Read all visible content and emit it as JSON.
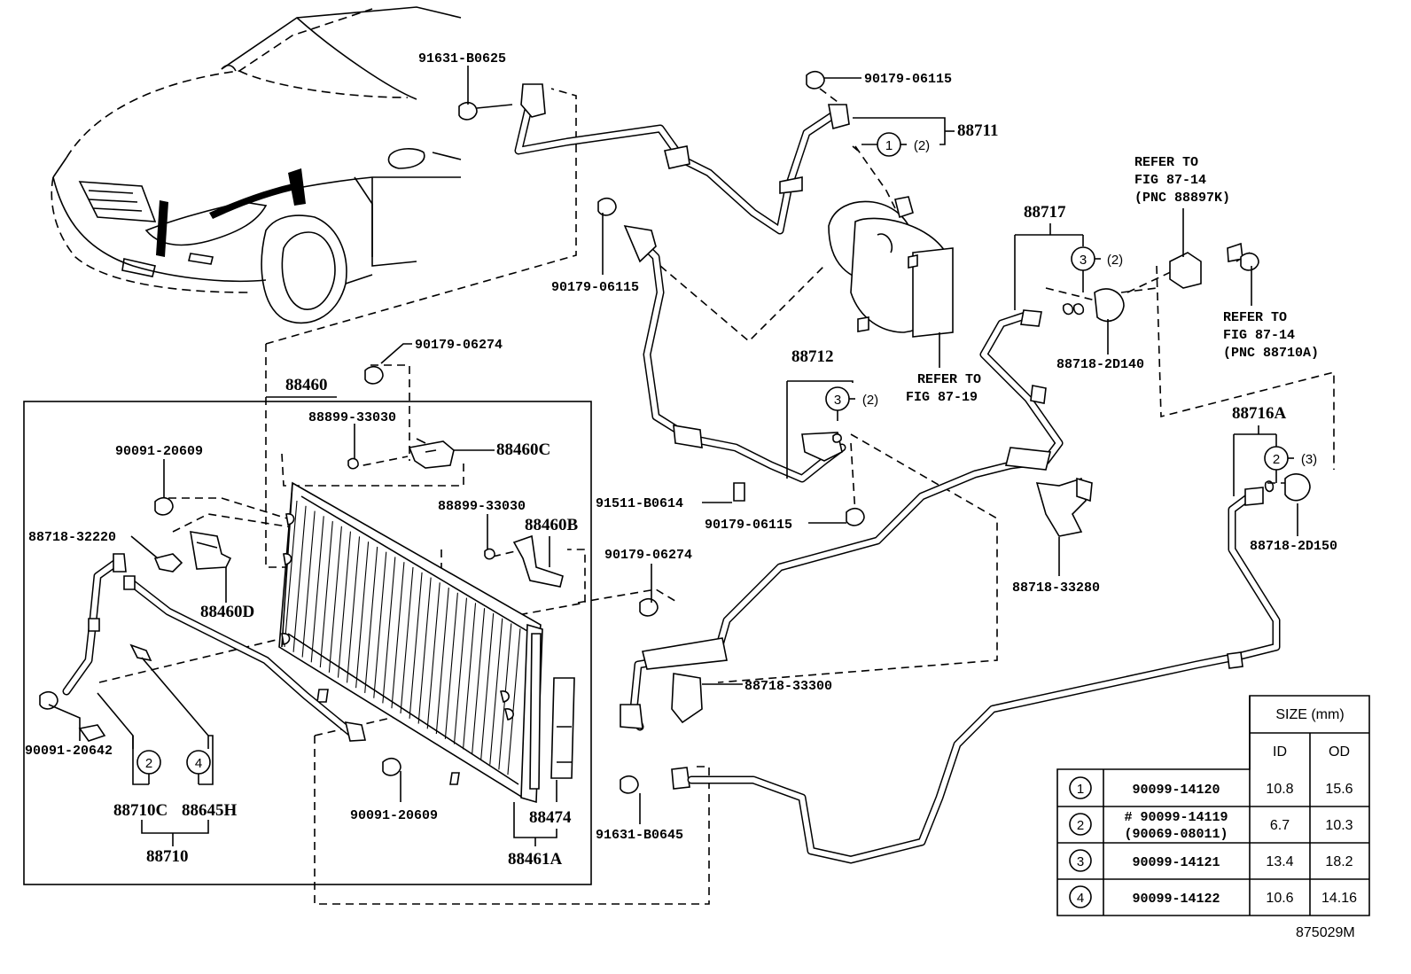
{
  "labels": {
    "p91631_b0625": "91631-B0625",
    "p90179_06115_top": "90179-06115",
    "p88711": "88711",
    "p88711_qty": "(2)",
    "p90179_06115_mid": "90179-06115",
    "p90179_06274_top": "90179-06274",
    "p88460": "88460",
    "p88899_33030_a": "88899-33030",
    "p88460c": "88460C",
    "p90091_20609_a": "90091-20609",
    "p88899_33030_b": "88899-33030",
    "p88460b": "88460B",
    "p88718_32220": "88718-32220",
    "p88460d": "88460D",
    "p90179_06274_bot": "90179-06274",
    "p90091_20642": "90091-20642",
    "p88710c": "88710C",
    "p88645h": "88645H",
    "p88710": "88710",
    "p90091_20609_b": "90091-20609",
    "p88474": "88474",
    "p88461a": "88461A",
    "p88712": "88712",
    "p88712_qty": "(2)",
    "p91511_b0614": "91511-B0614",
    "p90179_06115_bot": "90179-06115",
    "p88718_33280": "88718-33280",
    "p88718_33300": "88718-33300",
    "p91631_b0645": "91631-B0645",
    "p88717": "88717",
    "p88717_qty": "(2)",
    "p88718_2d140": "88718-2D140",
    "p88716a": "88716A",
    "p88716a_qty": "(3)",
    "p88718_2d150": "88718-2D150",
    "refer_87_19_a": "REFER TO",
    "refer_87_19_b": "FIG 87-19",
    "refer_88897k_a": "REFER TO",
    "refer_88897k_b": "FIG 87-14",
    "refer_88897k_c": "(PNC 88897K)",
    "refer_88710a_a": "REFER TO",
    "refer_88710a_b": "FIG 87-14",
    "refer_88710a_c": "(PNC 88710A)",
    "figure_id": "875029M"
  },
  "callouts": {
    "c1": "1",
    "c2": "2",
    "c3": "3",
    "c4": "4"
  },
  "size_table": {
    "header": "SIZE (mm)",
    "col_id": "ID",
    "col_od": "OD",
    "rows": [
      {
        "ref": "1",
        "part": "90099-14120",
        "part2": "",
        "id": "10.8",
        "od": "15.6"
      },
      {
        "ref": "2",
        "part": "# 90099-14119",
        "part2": "(90069-08011)",
        "id": "6.7",
        "od": "10.3"
      },
      {
        "ref": "3",
        "part": "90099-14121",
        "part2": "",
        "id": "13.4",
        "od": "18.2"
      },
      {
        "ref": "4",
        "part": "90099-14122",
        "part2": "",
        "id": "10.6",
        "od": "14.16"
      }
    ]
  }
}
